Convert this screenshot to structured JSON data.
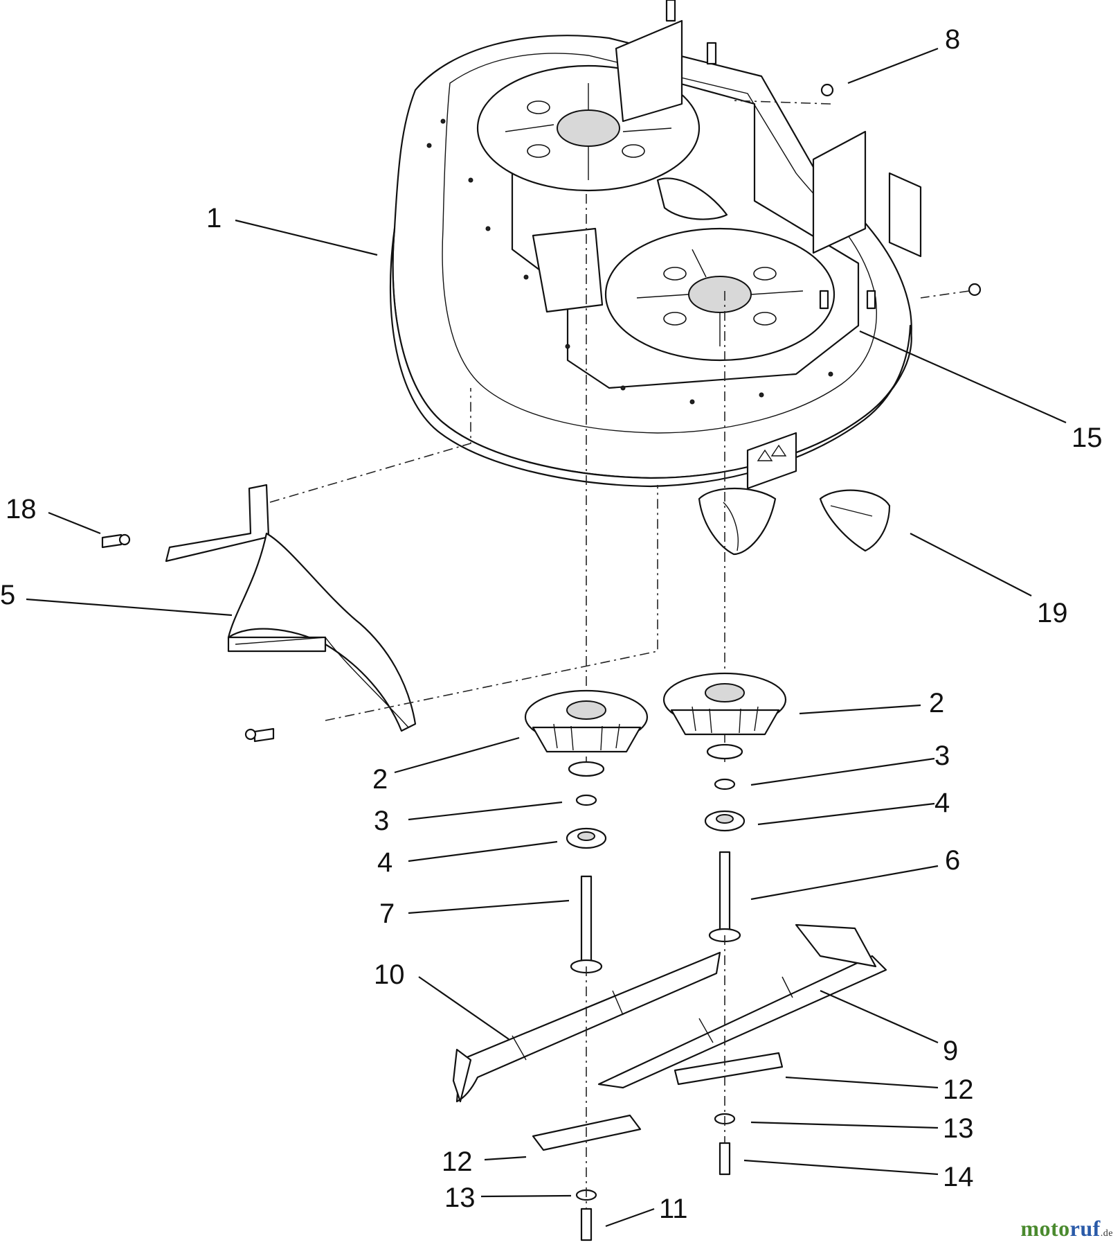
{
  "callouts": {
    "c1": "1",
    "c2a": "2",
    "c2b": "2",
    "c3a": "3",
    "c3b": "3",
    "c4a": "4",
    "c4b": "4",
    "c5": "5",
    "c6": "6",
    "c7": "7",
    "c8": "8",
    "c9": "9",
    "c10": "10",
    "c11": "11",
    "c12a": "12",
    "c12b": "12",
    "c13a": "13",
    "c13b": "13",
    "c14": "14",
    "c15": "15",
    "c18": "18",
    "c19": "19"
  },
  "watermark": {
    "part1": "moto",
    "part2": "ruf",
    "suffix": ".de"
  }
}
